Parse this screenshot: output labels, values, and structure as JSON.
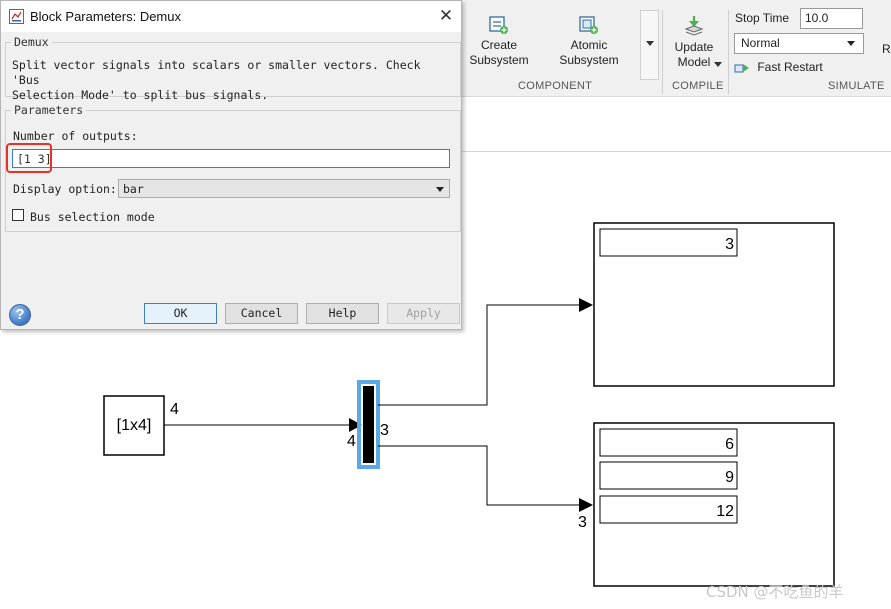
{
  "dialog": {
    "title": "Block Parameters: Demux",
    "close_glyph": "✕",
    "block_group_label": "Demux",
    "description": "Split vector signals into scalars or smaller vectors. Check 'Bus\nSelection Mode' to split bus signals.",
    "parameters_group_label": "Parameters",
    "number_of_outputs_label": "Number of outputs:",
    "number_of_outputs_value": "[1 3]",
    "display_option_label": "Display option:",
    "display_option_value": "bar",
    "bus_selection_label": "Bus selection mode",
    "bus_selection_checked": false,
    "help_glyph": "?",
    "buttons": {
      "ok": "OK",
      "cancel": "Cancel",
      "help": "Help",
      "apply": "Apply"
    }
  },
  "ribbon": {
    "create_subsystem": "Create\nSubsystem",
    "atomic_subsystem": "Atomic\nSubsystem",
    "component_group": "COMPONENT",
    "update_model": "Update\nModel",
    "compile_group": "COMPILE",
    "stop_time_label": "Stop Time",
    "stop_time_value": "10.0",
    "sim_mode_value": "Normal",
    "fast_restart_label": "Fast Restart",
    "simulate_group": "SIMULATE",
    "run_label_partial": "R"
  },
  "diagram": {
    "constant_block_value": "[1x4]",
    "constant_out_width": "4",
    "demux_in_width": "4",
    "demux_out_width": "3",
    "display2_in_width": "3",
    "display1_values": [
      "3"
    ],
    "display2_values": [
      "6",
      "9",
      "12"
    ]
  },
  "watermark": "CSDN @不吃鱼的羊",
  "colors": {
    "selection_blue": "#5aa9e6",
    "highlight_red": "#e5332a",
    "dialog_bg": "#f0f0f0"
  }
}
